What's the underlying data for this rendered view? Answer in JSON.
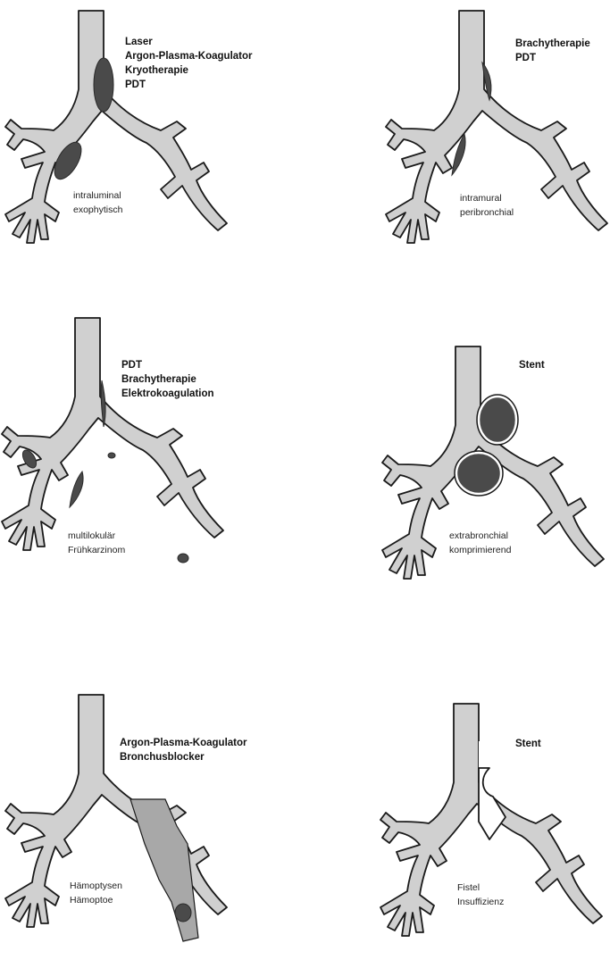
{
  "panels": [
    {
      "id": "p1",
      "treatments": [
        "Laser",
        "Argon-Plasma-Koagulator",
        "Kryotherapie",
        "PDT"
      ],
      "description": [
        "intraluminal",
        "exophytisch"
      ]
    },
    {
      "id": "p2",
      "treatments": [
        "Brachytherapie",
        "PDT"
      ],
      "description": [
        "intramural",
        "peribronchial"
      ]
    },
    {
      "id": "p3",
      "treatments": [
        "PDT",
        "Brachytherapie",
        "Elektrokoagulation"
      ],
      "description": [
        "multilokulär",
        "Frühkarzinom"
      ]
    },
    {
      "id": "p4",
      "treatments": [
        "Stent"
      ],
      "description": [
        "extrabronchial",
        "komprimierend"
      ]
    },
    {
      "id": "p5",
      "treatments": [
        "Argon-Plasma-Koagulator",
        "Bronchusblocker"
      ],
      "description": [
        "Hämoptysen",
        "Hämoptoe"
      ]
    },
    {
      "id": "p6",
      "treatments": [
        "Stent"
      ],
      "description": [
        "Fistel",
        "Insuffizienz"
      ]
    }
  ],
  "colors": {
    "airway": "#d0d0d0",
    "lesion": "#4a4a4a",
    "outline": "#1a1a1a"
  }
}
